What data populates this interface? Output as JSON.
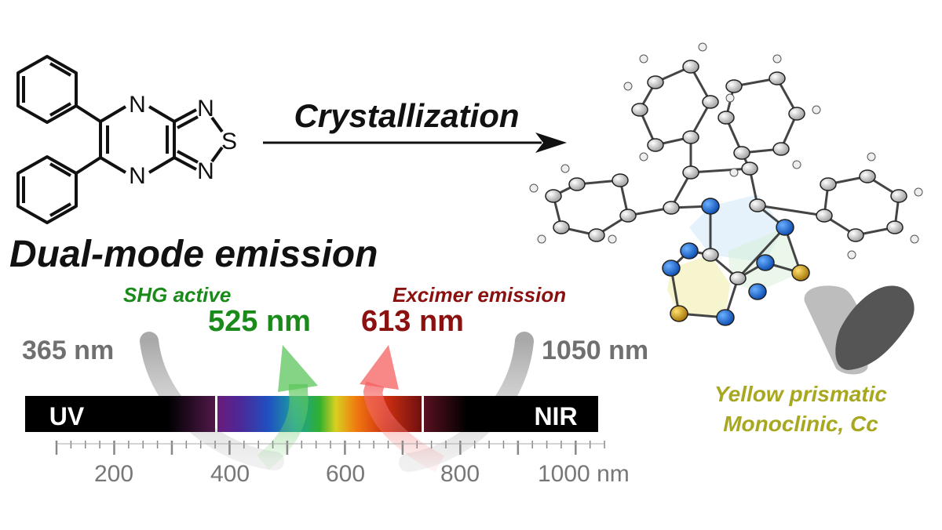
{
  "molecule": {
    "atom_n1": "N",
    "atom_n2": "N",
    "atom_n3": "N",
    "atom_n4": "N",
    "atom_s": "S"
  },
  "process_label": "Crystallization",
  "title": "Dual-mode emission",
  "shg": {
    "label": "SHG active",
    "wavelength": "525 nm",
    "color": "#1a8a1a"
  },
  "excimer": {
    "label": "Excimer emission",
    "wavelength": "613 nm",
    "color": "#8b1010"
  },
  "excitation": {
    "uv": "365 nm",
    "nir": "1050 nm",
    "color": "#707070"
  },
  "spectrum": {
    "uv_label": "UV",
    "nir_label": "NIR",
    "tick_labels": [
      "200",
      "400",
      "600",
      "800",
      "1000 nm"
    ]
  },
  "crystal": {
    "line1": "Yellow prismatic",
    "line2": "Monoclinic, Cc",
    "color": "#a8a820"
  }
}
